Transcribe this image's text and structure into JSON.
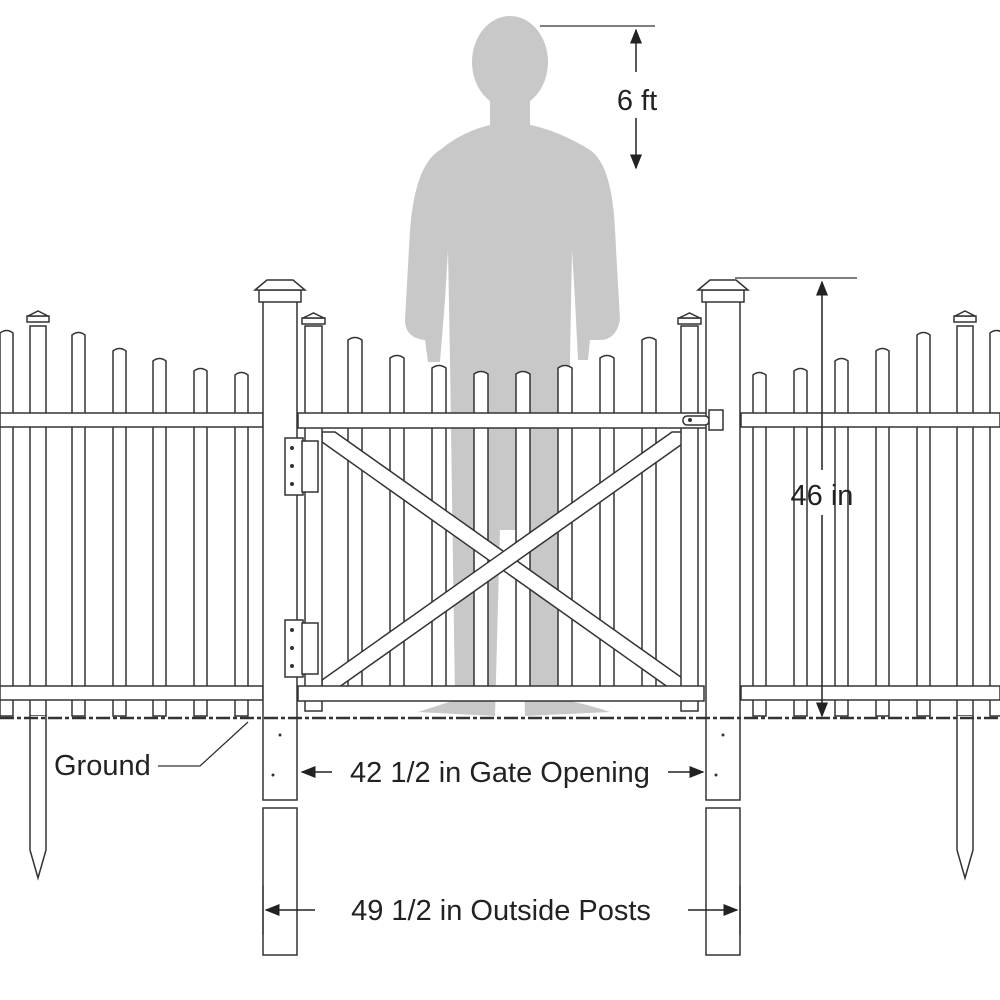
{
  "labels": {
    "person_height": "6 ft",
    "fence_height": "46 in",
    "ground": "Ground",
    "gate_opening": "42 1/2 in Gate Opening",
    "outside_posts": "49 1/2 in Outside Posts"
  },
  "colors": {
    "silhouette": "#c8c8c8",
    "line": "#333333"
  }
}
